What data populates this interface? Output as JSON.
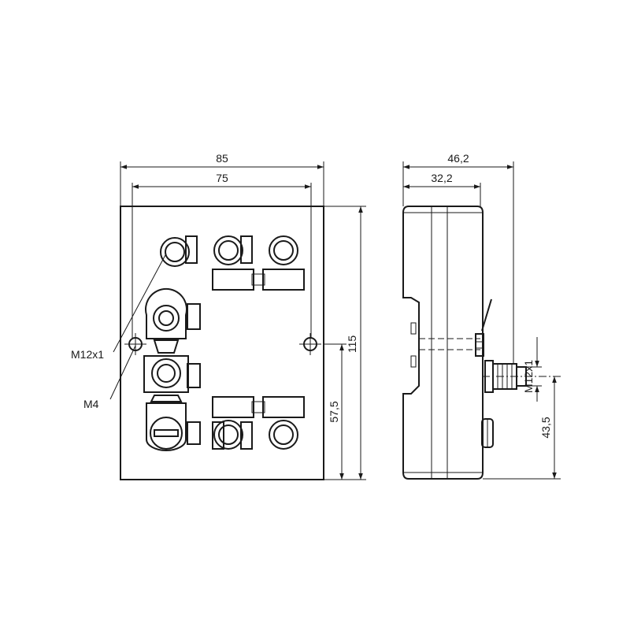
{
  "front_view": {
    "width_outer": "85",
    "width_holes": "75",
    "height_total": "115",
    "height_hole": "57,5",
    "label_connector": "M12x1",
    "label_screw": "M4"
  },
  "side_view": {
    "depth_total": "46,2",
    "depth_body": "32,2",
    "label_connector": "M12x1",
    "height_connector": "43,5"
  }
}
